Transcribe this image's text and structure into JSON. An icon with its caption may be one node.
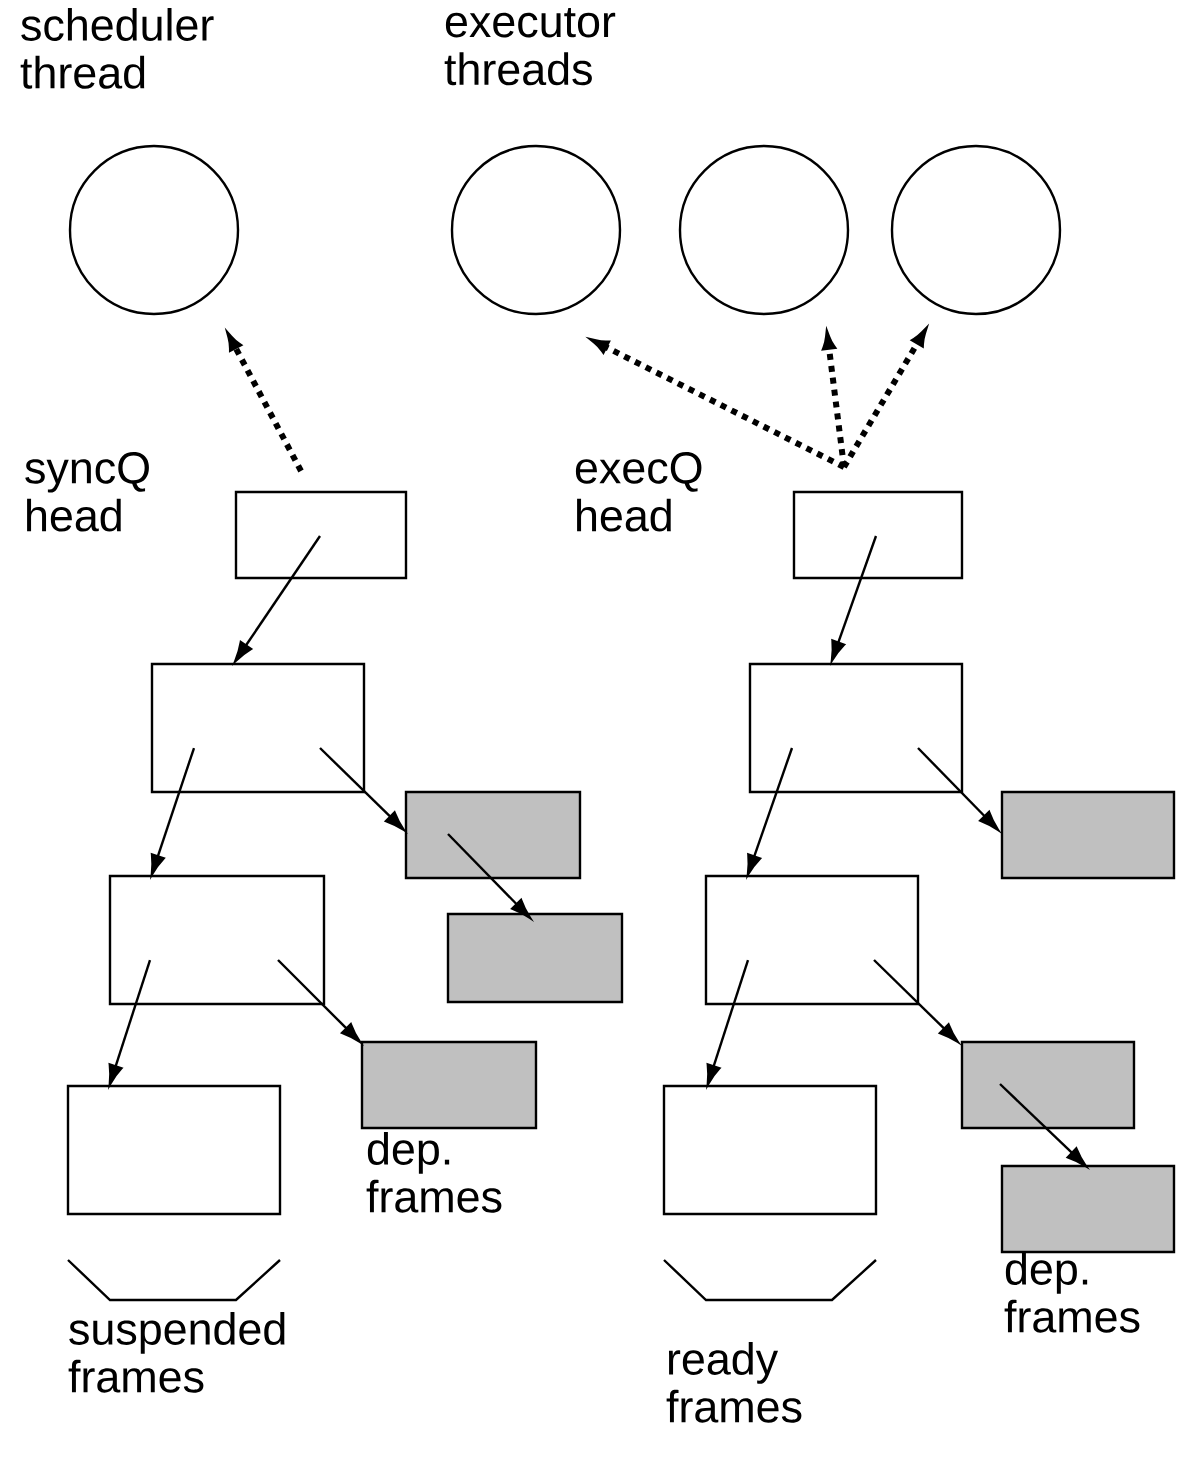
{
  "diagram": {
    "nodes": [
      {
        "text": [
          "scheduler thread"
        ]
      },
      {
        "text": [],
        "shape": "circle"
      },
      {
        "text": [],
        "shape": "circle"
      },
      {
        "text": [],
        "shape": "circle"
      },
      {
        "text": [],
        "shape": "box",
        "beside": [
          "syncQ head"
        ]
      },
      {
        "text": [],
        "shape": "box"
      },
      {
        "text": [],
        "shape": "box"
      },
      {
        "text": [],
        "shape": "box"
      },
      {
        "text": [],
        "shape": "box"
      },
      {
        "text": [],
        "shape": "box"
      },
      {
        "text": [],
        "shape": "box"
      },
      {
        "text": [],
        "shape": "box",
        "beside": [
          "execQ head"
        ]
      },
      {
        "text": [],
        "shape": "box"
      },
      {
        "text": [],
        "shape": "box"
      },
      {
        "text": [],
        "shape": "box"
      },
      {
        "text": [],
        "shape": "box"
      },
      {
        "text": [],
        "shape": "box"
      },
      {
        "text": [],
        "shape": "box"
      }
    ],
    "edges": [
      {
        "from": 4,
        "to": 0,
        "arrow": "to",
        "style": "dashed"
      },
      {
        "from": 11,
        "to": 1,
        "arrow": "to",
        "style": "dashed"
      },
      {
        "from": 11,
        "to": 2,
        "arrow": "to",
        "style": "dashed"
      },
      {
        "from": 11,
        "to": 3,
        "arrow": "to",
        "style": "dashed"
      },
      {
        "from": 4,
        "to": 5,
        "arrow": "to"
      },
      {
        "from": 5,
        "to": 6,
        "arrow": "to"
      },
      {
        "from": 5,
        "to": 8,
        "arrow": "to"
      },
      {
        "from": 8,
        "to": 9,
        "arrow": "to"
      },
      {
        "from": 6,
        "to": 7,
        "arrow": "to"
      },
      {
        "from": 6,
        "to": 10,
        "arrow": "to"
      },
      {
        "from": 11,
        "to": 12,
        "arrow": "to"
      },
      {
        "from": 12,
        "to": 13,
        "arrow": "to"
      },
      {
        "from": 12,
        "to": 15,
        "arrow": "to"
      },
      {
        "from": 13,
        "to": 14,
        "arrow": "to"
      },
      {
        "from": 13,
        "to": 16,
        "arrow": "to"
      },
      {
        "from": 16,
        "to": 17,
        "arrow": "to"
      }
    ],
    "labels": [
      "executor threads",
      "dep. frames",
      "suspended frames",
      "dep. frames",
      "ready frames"
    ]
  }
}
